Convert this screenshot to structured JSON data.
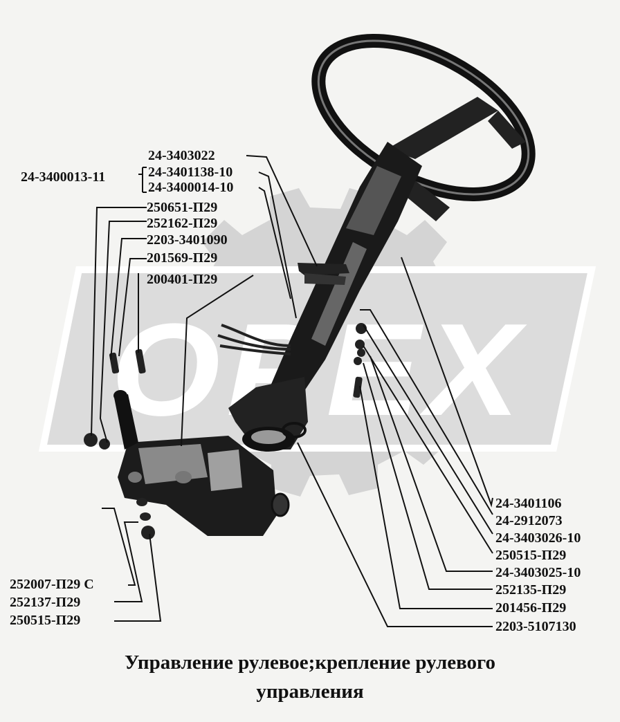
{
  "watermark": {
    "text": "OPEX",
    "color": "#c9c9c9"
  },
  "labels": {
    "p_3403022": "24-3403022",
    "p_3400013": "24-3400013-11",
    "p_3401138": "24-3401138-10",
    "p_3400014": "24-3400014-10",
    "p_250651": "250651-П29",
    "p_252162": "252162-П29",
    "p_2203_3401090": "2203-3401090",
    "p_201569": "201569-П29",
    "p_200401": "200401-П29",
    "p_3401106": "24-3401106",
    "p_2912073": "24-2912073",
    "p_3403026": "24-3403026-10",
    "p_250515_right": "250515-П29",
    "p_3403025": "24-3403025-10",
    "p_252135": "252135-П29",
    "p_201456": "201456-П29",
    "p_2203_5107130": "2203-5107130",
    "p_252007": "252007-П29 С",
    "p_252137": "252137-П29",
    "p_250515_left": "250515-П29"
  },
  "caption": {
    "line1": "Управление рулевое;крепление рулевого",
    "line2": "управления"
  }
}
